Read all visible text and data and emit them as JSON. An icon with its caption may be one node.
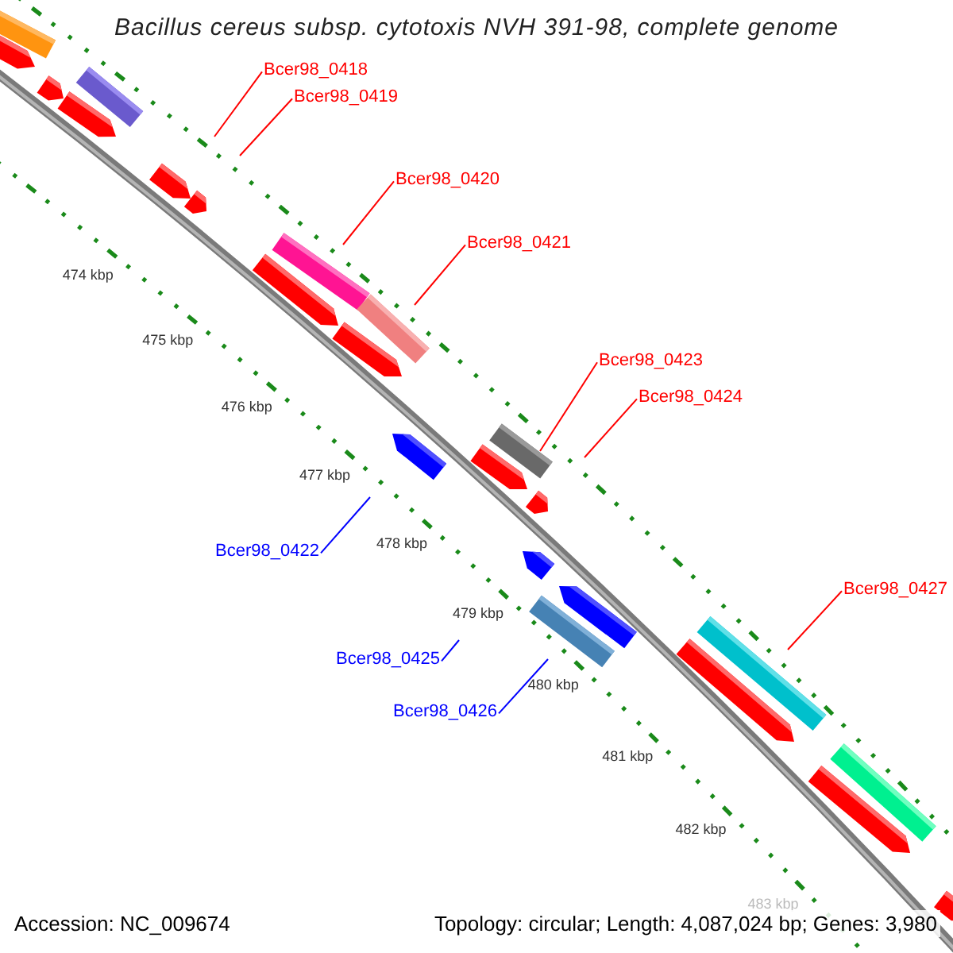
{
  "diagram": {
    "title": "Bacillus cereus subsp. cytotoxis NVH 391-98, complete genome",
    "nodes": [
      {
        "text": [
          "Bcer98_0418"
        ]
      },
      {
        "text": [
          "Bcer98_0419"
        ]
      },
      {
        "text": [
          "Bcer98_0420"
        ]
      },
      {
        "text": [
          "Bcer98_0421"
        ]
      },
      {
        "text": [
          "Bcer98_0423"
        ]
      },
      {
        "text": [
          "Bcer98_0424"
        ]
      },
      {
        "text": [
          "Bcer98_0422"
        ]
      },
      {
        "text": [
          "Bcer98_0427"
        ]
      },
      {
        "text": [
          "Bcer98_0425"
        ]
      },
      {
        "text": [
          "Bcer98_0426"
        ]
      },
      {
        "text": [],
        "shape": "bar"
      }
    ],
    "edges": [
      {
        "from": 0,
        "to": null,
        "arrow": "none"
      },
      {
        "from": 1,
        "to": null,
        "arrow": "none"
      },
      {
        "from": 2,
        "to": null,
        "arrow": "none"
      },
      {
        "from": 3,
        "to": null,
        "arrow": "none"
      },
      {
        "from": 4,
        "to": 10,
        "arrow": "none"
      },
      {
        "from": 5,
        "to": null,
        "arrow": "none"
      },
      {
        "from": 6,
        "to": null,
        "arrow": "none",
        "color": "#0000ff"
      },
      {
        "from": 7,
        "to": null,
        "arrow": "none"
      },
      {
        "from": 8,
        "to": null,
        "arrow": "none",
        "color": "#0000ff"
      },
      {
        "from": 9,
        "to": null,
        "arrow": "none",
        "color": "#0000ff"
      }
    ],
    "labels": [
      "474 kbp",
      "475 kbp",
      "476 kbp",
      "477 kbp",
      "478 kbp",
      "479 kbp",
      "480 kbp",
      "481 kbp",
      "482 kbp",
      "483 kbp",
      "Accession: NC_009674",
      "Topology: circular; Length: 4,087,024 bp; Genes: 3,980"
    ]
  }
}
